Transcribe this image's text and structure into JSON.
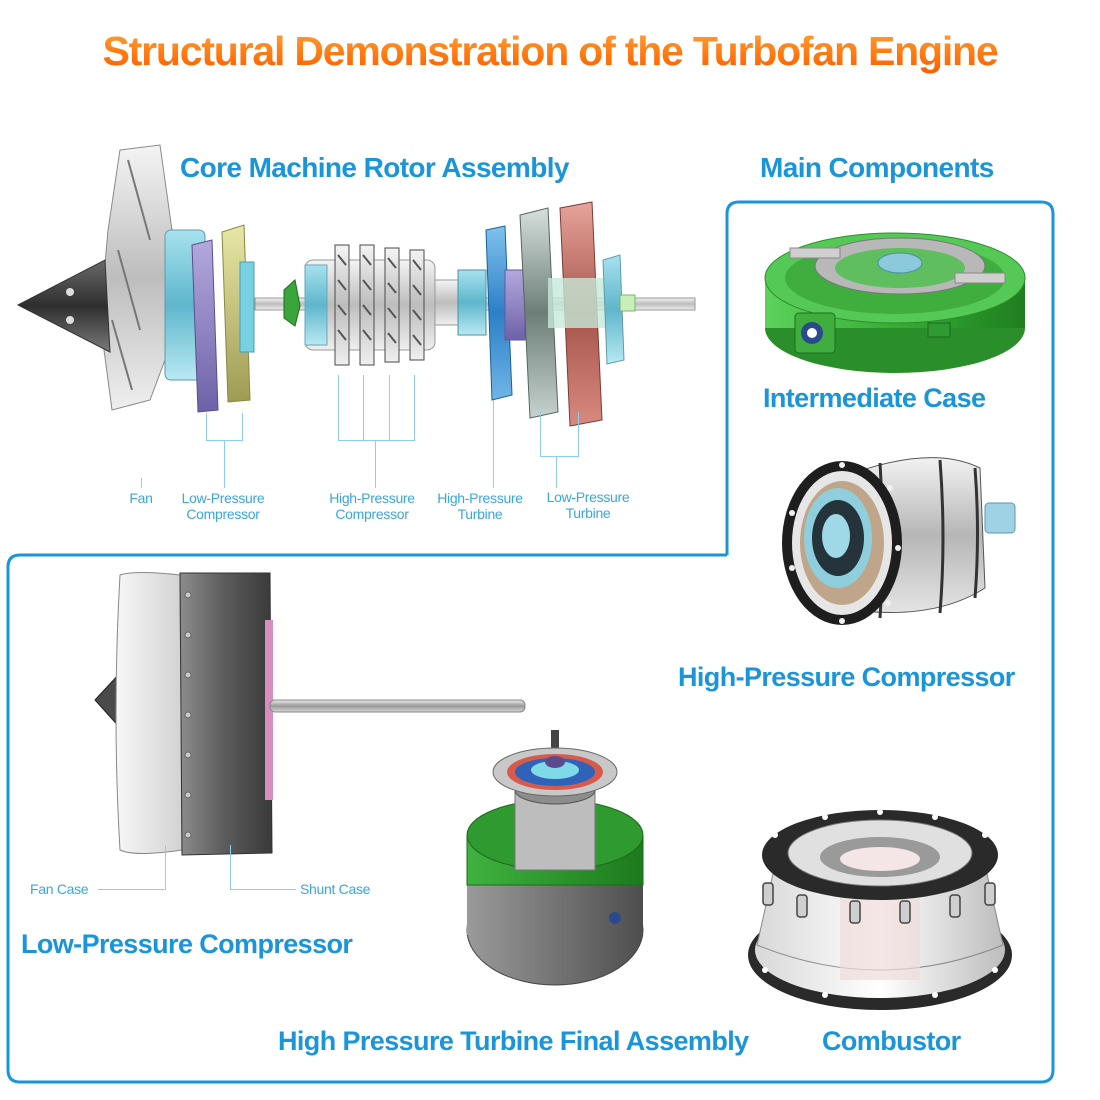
{
  "title": "Structural Demonstration of the Turbofan Engine",
  "colors": {
    "title_orange": "#ff6d0a",
    "heading_blue": "#1a95d9",
    "label_blue": "#3aa6e0",
    "leader_line": "#8fcdef",
    "frame_blue": "#1a95d9",
    "intermediate_case_green": "#3cb83c",
    "turbine_pink": "#d9827a"
  },
  "rotor_assembly": {
    "heading": "Core Machine Rotor Assembly",
    "parts": [
      {
        "label": "Fan"
      },
      {
        "label_line1": "Low-Pressure",
        "label_line2": "Compressor"
      },
      {
        "label_line1": "High-Pressure",
        "label_line2": "Compressor"
      },
      {
        "label_line1": "High-Pressure",
        "label_line2": "Turbine"
      },
      {
        "label_line1": "Low-Pressure",
        "label_line2": "Turbine"
      }
    ]
  },
  "main_components": {
    "heading": "Main Components",
    "items": [
      {
        "label": "Intermediate Case"
      },
      {
        "label": "High-Pressure Compressor"
      },
      {
        "label": "Low-Pressure Compressor"
      },
      {
        "label": "High Pressure Turbine Final Assembly"
      },
      {
        "label": "Combustor"
      }
    ]
  },
  "low_pressure_compressor": {
    "callouts": [
      {
        "label": "Fan Case"
      },
      {
        "label": "Shunt Case"
      }
    ]
  }
}
